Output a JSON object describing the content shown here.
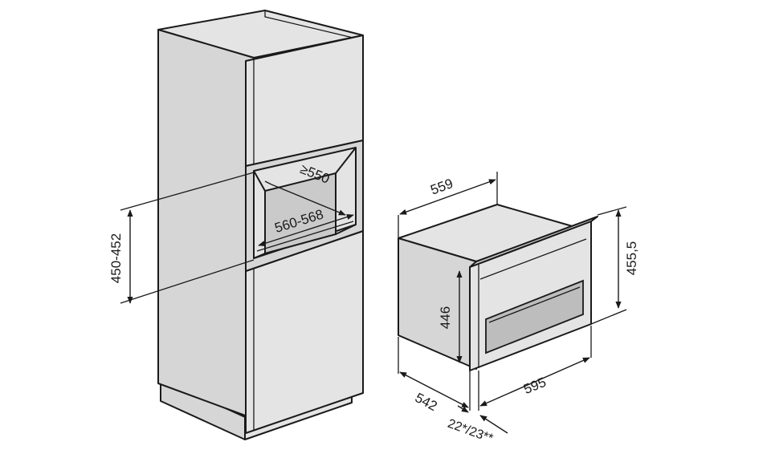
{
  "dimensions": {
    "niche_depth": "≥550",
    "niche_width": "560-568",
    "niche_height": "450-452",
    "appliance_depth": "559",
    "appliance_height_body": "446",
    "appliance_height_front": "455,5",
    "appliance_width_body": "542",
    "appliance_width_front": "595",
    "front_thickness": "22*/23**"
  },
  "colors": {
    "line": "#1a1a1a",
    "panel": "#d6d6d6",
    "panel_light": "#e4e4e4",
    "panel_dark": "#cacaca",
    "window": "#bdbdbd",
    "background": "#ffffff"
  }
}
